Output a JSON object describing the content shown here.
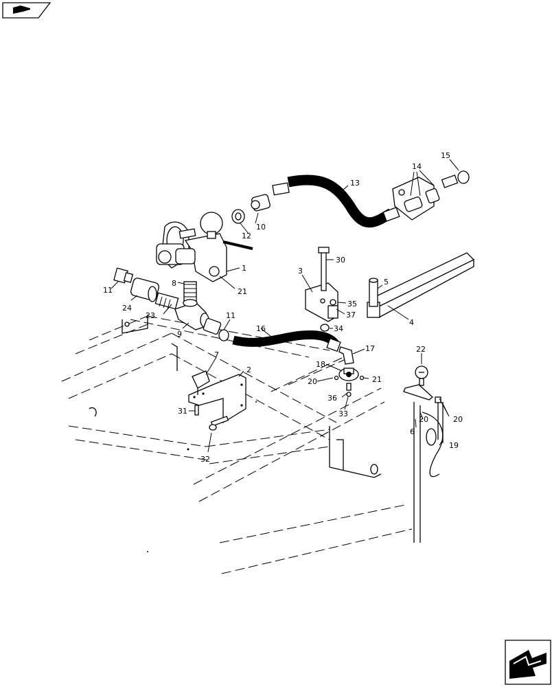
{
  "diagram": {
    "callouts": [
      "1",
      "2",
      "3",
      "4",
      "5",
      "6",
      "7",
      "8",
      "9",
      "10",
      "11",
      "11",
      "12",
      "13",
      "14",
      "15",
      "16",
      "17",
      "18",
      "19",
      "20",
      "20",
      "20",
      "21",
      "21",
      "22",
      "23",
      "24",
      "30",
      "31",
      "32",
      "33",
      "34",
      "35",
      "36",
      "37"
    ]
  },
  "nav": {
    "top_icon": "book-arrow-icon",
    "bottom_icon": "next-page-arrow-icon"
  }
}
